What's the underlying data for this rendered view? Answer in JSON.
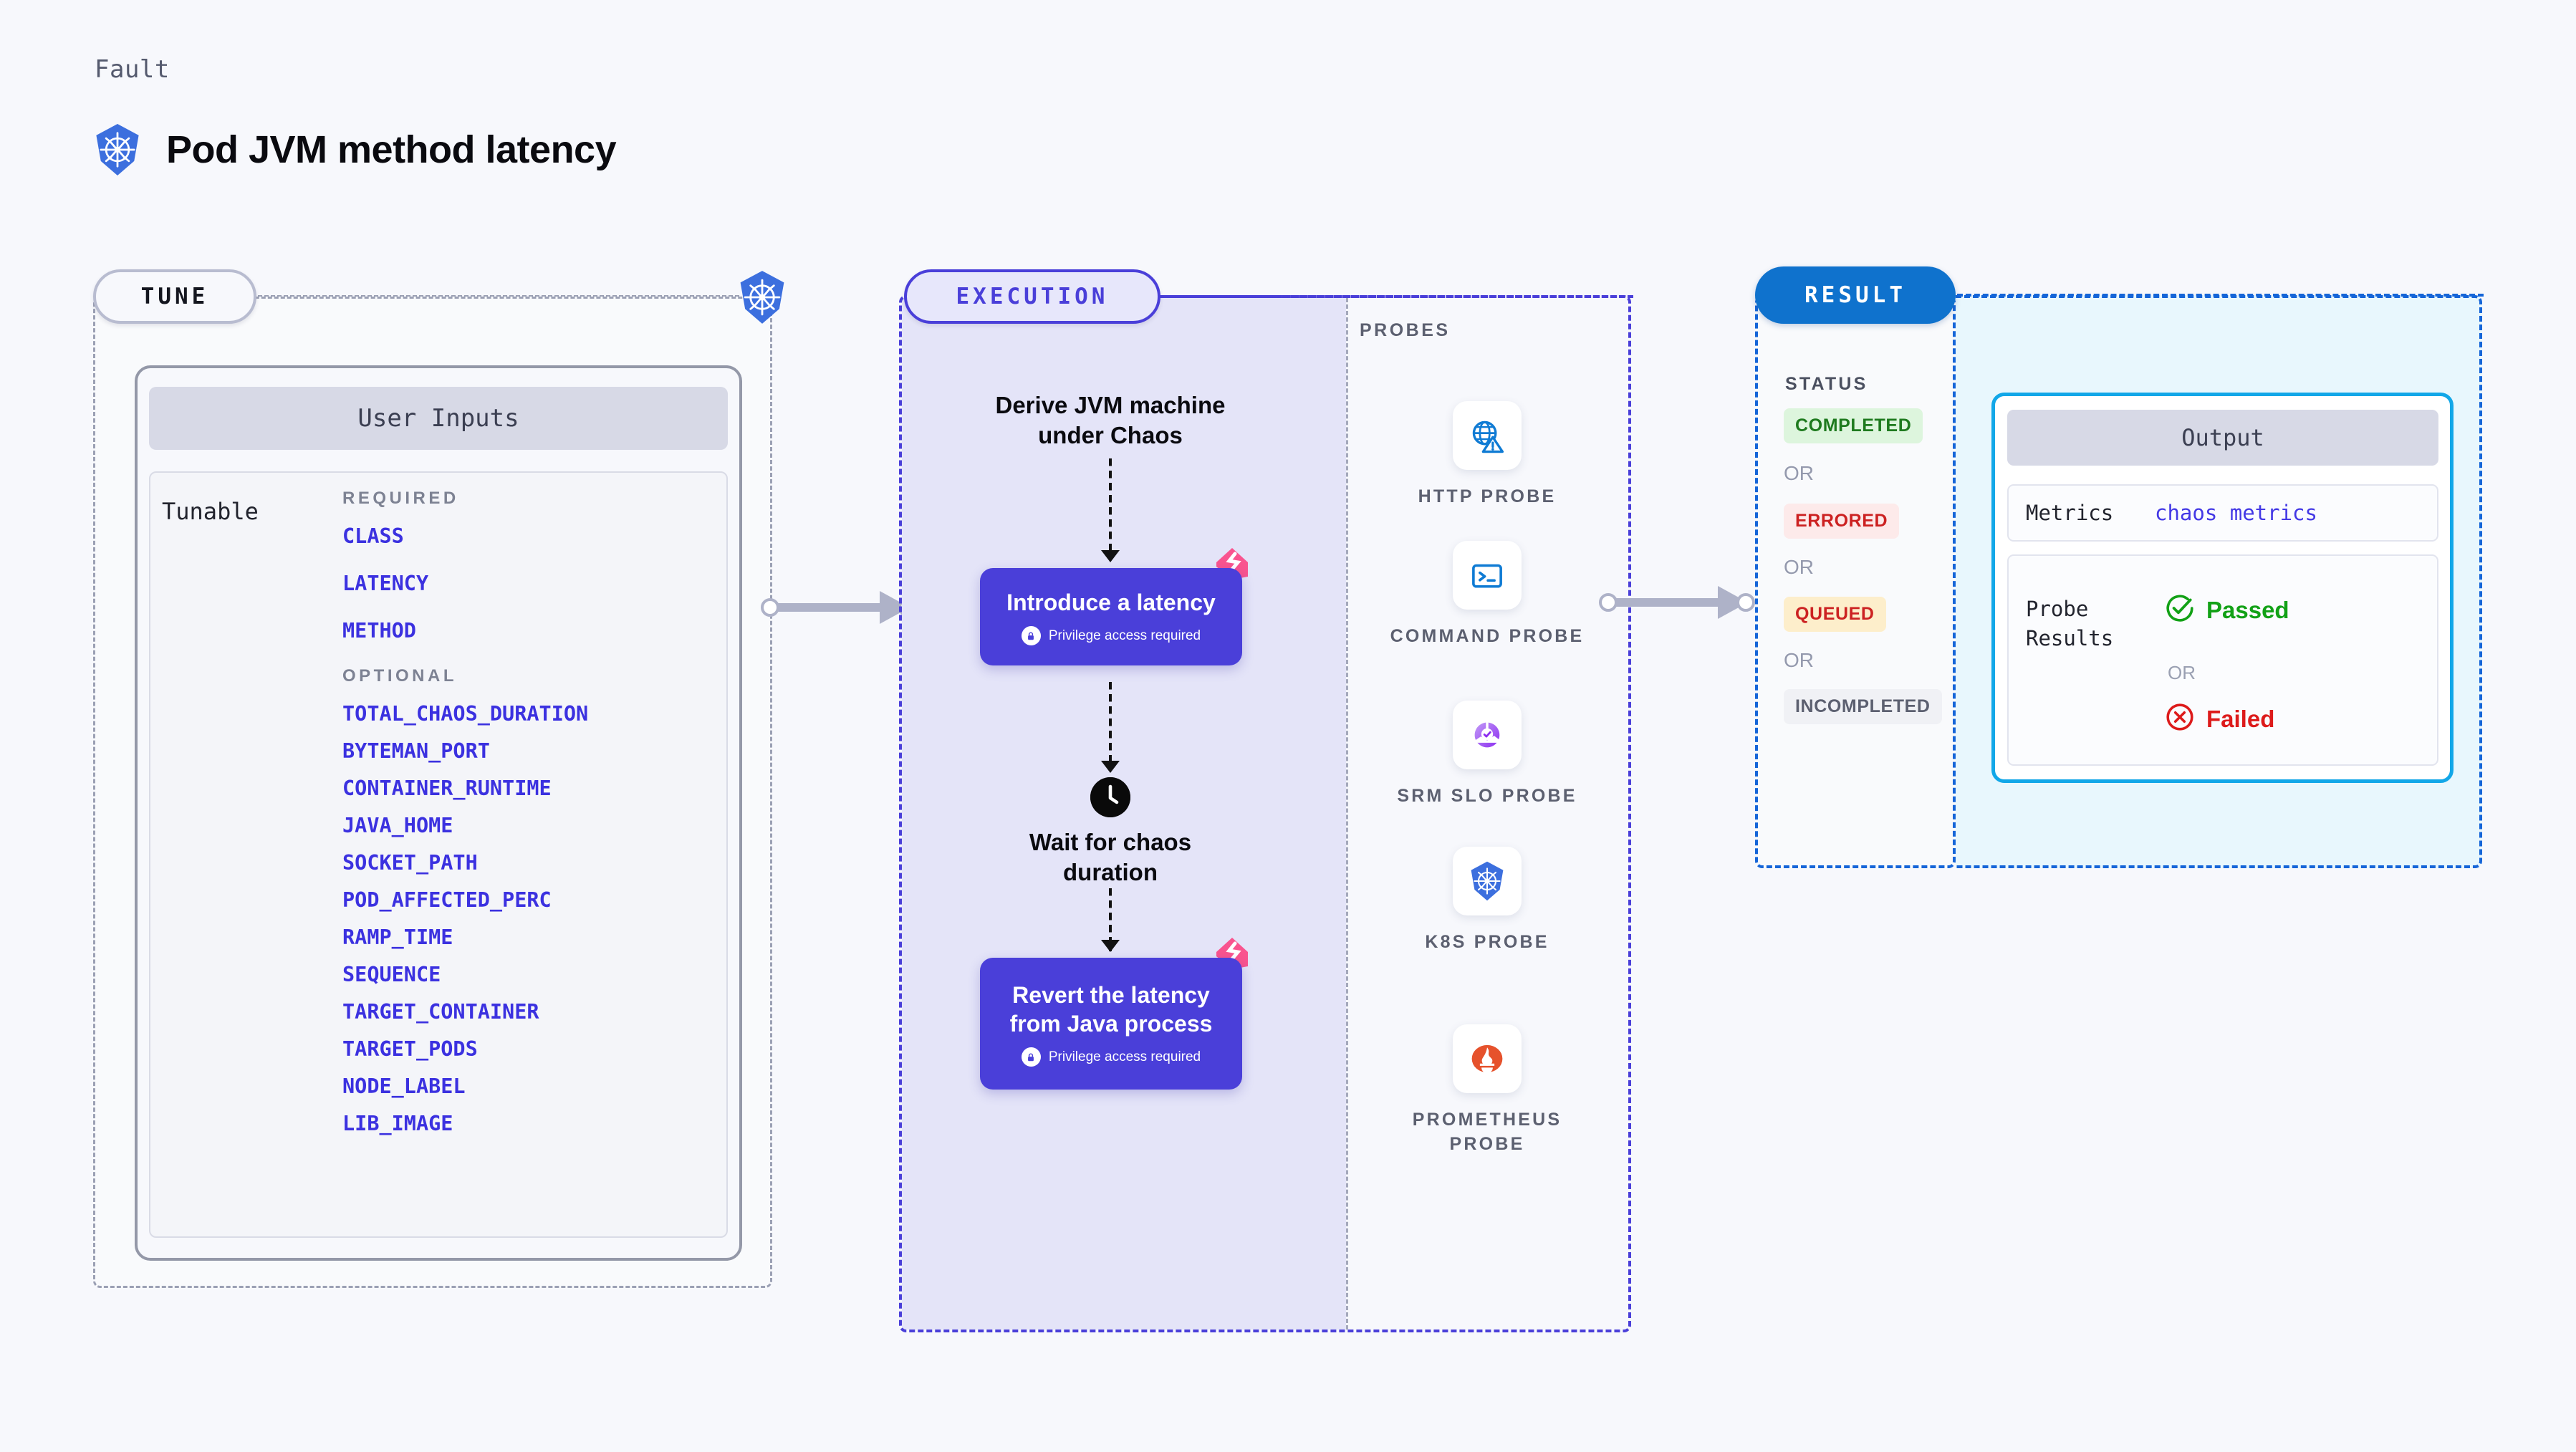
{
  "header": {
    "kicker": "Fault",
    "title": "Pod JVM method latency",
    "logo_icon": "kubernetes-icon"
  },
  "tune": {
    "pill_label": "TUNE",
    "node_icon": "kubernetes-icon",
    "card_title": "User Inputs",
    "row_label": "Tunable",
    "required_heading": "REQUIRED",
    "required": [
      "CLASS",
      "LATENCY",
      "METHOD"
    ],
    "optional_heading": "OPTIONAL",
    "optional": [
      "TOTAL_CHAOS_DURATION",
      "BYTEMAN_PORT",
      "CONTAINER_RUNTIME",
      "JAVA_HOME",
      "SOCKET_PATH",
      "POD_AFFECTED_PERC",
      "RAMP_TIME",
      "SEQUENCE",
      "TARGET_CONTAINER",
      "TARGET_PODS",
      "NODE_LABEL",
      "LIB_IMAGE"
    ]
  },
  "execution": {
    "pill_label": "EXECUTION",
    "step_derive": "Derive JVM machine\nunder Chaos",
    "step_wait": "Wait for chaos\nduration",
    "clock_icon": "clock-icon",
    "box_introduce": {
      "title": "Introduce a latency",
      "privilege": "Privilege access required",
      "lock_icon": "lock-icon",
      "badge_icon": "litmus-icon"
    },
    "box_revert": {
      "title": "Revert the latency\nfrom Java process",
      "privilege": "Privilege access required",
      "lock_icon": "lock-icon",
      "badge_icon": "litmus-icon"
    }
  },
  "probes": {
    "heading": "PROBES",
    "items": [
      {
        "label": "HTTP PROBE",
        "icon": "globe-warning-icon"
      },
      {
        "label": "COMMAND PROBE",
        "icon": "terminal-icon"
      },
      {
        "label": "SRM SLO PROBE",
        "icon": "slo-gauge-icon"
      },
      {
        "label": "K8S PROBE",
        "icon": "kubernetes-icon"
      },
      {
        "label": "PROMETHEUS PROBE",
        "icon": "prometheus-icon"
      }
    ]
  },
  "result": {
    "pill_label": "RESULT",
    "status_heading": "STATUS",
    "or_label": "OR",
    "statuses": [
      {
        "label": "COMPLETED",
        "text_color": "#1e7a1e",
        "bg_color": "#ddf5dd"
      },
      {
        "label": "ERRORED",
        "text_color": "#cc2222",
        "bg_color": "#fdeaea"
      },
      {
        "label": "QUEUED",
        "text_color": "#cc2222",
        "bg_color": "#fdeecb"
      },
      {
        "label": "INCOMPLETED",
        "text_color": "#5c6070",
        "bg_color": "#f0f1f5"
      }
    ],
    "output": {
      "title": "Output",
      "metrics_label": "Metrics",
      "metrics_value": "chaos metrics",
      "probe_results_label": "Probe\nResults",
      "passed_label": "Passed",
      "failed_label": "Failed",
      "or_label": "OR",
      "passed_icon": "check-circle-icon",
      "failed_icon": "x-circle-icon"
    }
  },
  "connectors": {
    "tune_to_execution": "arrow-right-icon",
    "execution_to_result": "arrow-right-icon"
  },
  "theme": {
    "accent_purple": "#4a3fd9",
    "accent_blue": "#1565d8",
    "accent_cyan": "#12a7e8",
    "k8s_blue": "#3c6fde",
    "litmus_pink": "#f9548f",
    "canvas_bg": "#f7f8fc"
  }
}
